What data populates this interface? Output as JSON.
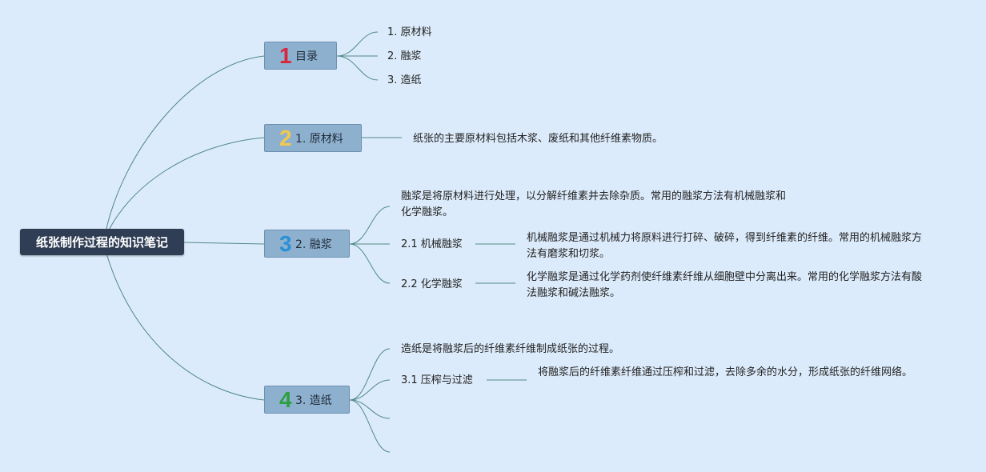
{
  "root": {
    "title": "纸张制作过程的知识笔记"
  },
  "branches": [
    {
      "number": "1",
      "number_color": "#d7263d",
      "label": "目录",
      "items": [
        "1. 原材料",
        "2. 融浆",
        "3. 造纸"
      ]
    },
    {
      "number": "2",
      "number_color": "#f2c94c",
      "label": "1. 原材料",
      "note": "纸张的主要原材料包括木浆、废纸和其他纤维素物质。"
    },
    {
      "number": "3",
      "number_color": "#2d8fd5",
      "label": "2. 融浆",
      "intro": "融浆是将原材料进行处理，以分解纤维素并去除杂质。常用的融浆方法有机械融浆和化学融浆。",
      "subs": [
        {
          "label": "2.1 机械融浆",
          "desc": "机械融浆是通过机械力将原料进行打碎、破碎，得到纤维素的纤维。常用的机械融浆方法有磨浆和切浆。"
        },
        {
          "label": "2.2 化学融浆",
          "desc": "化学融浆是通过化学药剂使纤维素纤维从细胞壁中分离出来。常用的化学融浆方法有酸法融浆和碱法融浆。"
        }
      ]
    },
    {
      "number": "4",
      "number_color": "#2ea043",
      "label": "3. 造纸",
      "intro": "造纸是将融浆后的纤维素纤维制成纸张的过程。",
      "subs": [
        {
          "label": "3.1 压榨与过滤",
          "desc": "将融浆后的纤维素纤维通过压榨和过滤，去除多余的水分，形成纸张的纤维网络。"
        }
      ]
    }
  ]
}
